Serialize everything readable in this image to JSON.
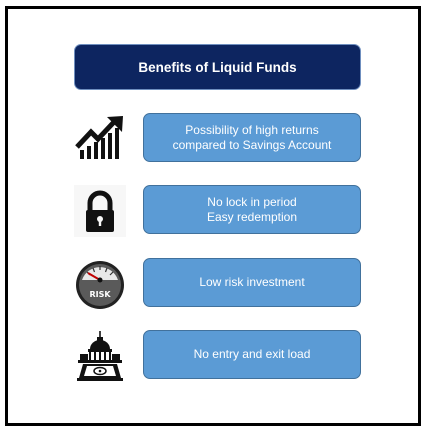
{
  "title": "Benefits of Liquid Funds",
  "benefits": [
    {
      "icon": "growth-chart-icon",
      "lines": [
        "Possibility of high returns",
        "compared to Savings Account"
      ]
    },
    {
      "icon": "padlock-icon",
      "lines": [
        "No lock in period",
        "Easy redemption"
      ]
    },
    {
      "icon": "risk-meter-icon",
      "icon_text": "RISK",
      "lines": [
        "Low risk investment"
      ]
    },
    {
      "icon": "capitol-money-icon",
      "lines": [
        "No entry and exit load"
      ]
    }
  ],
  "colors": {
    "title_bg": "#0d2560",
    "card_bg": "#5b9bd5",
    "card_border": "#41719c",
    "frame": "#000000"
  }
}
